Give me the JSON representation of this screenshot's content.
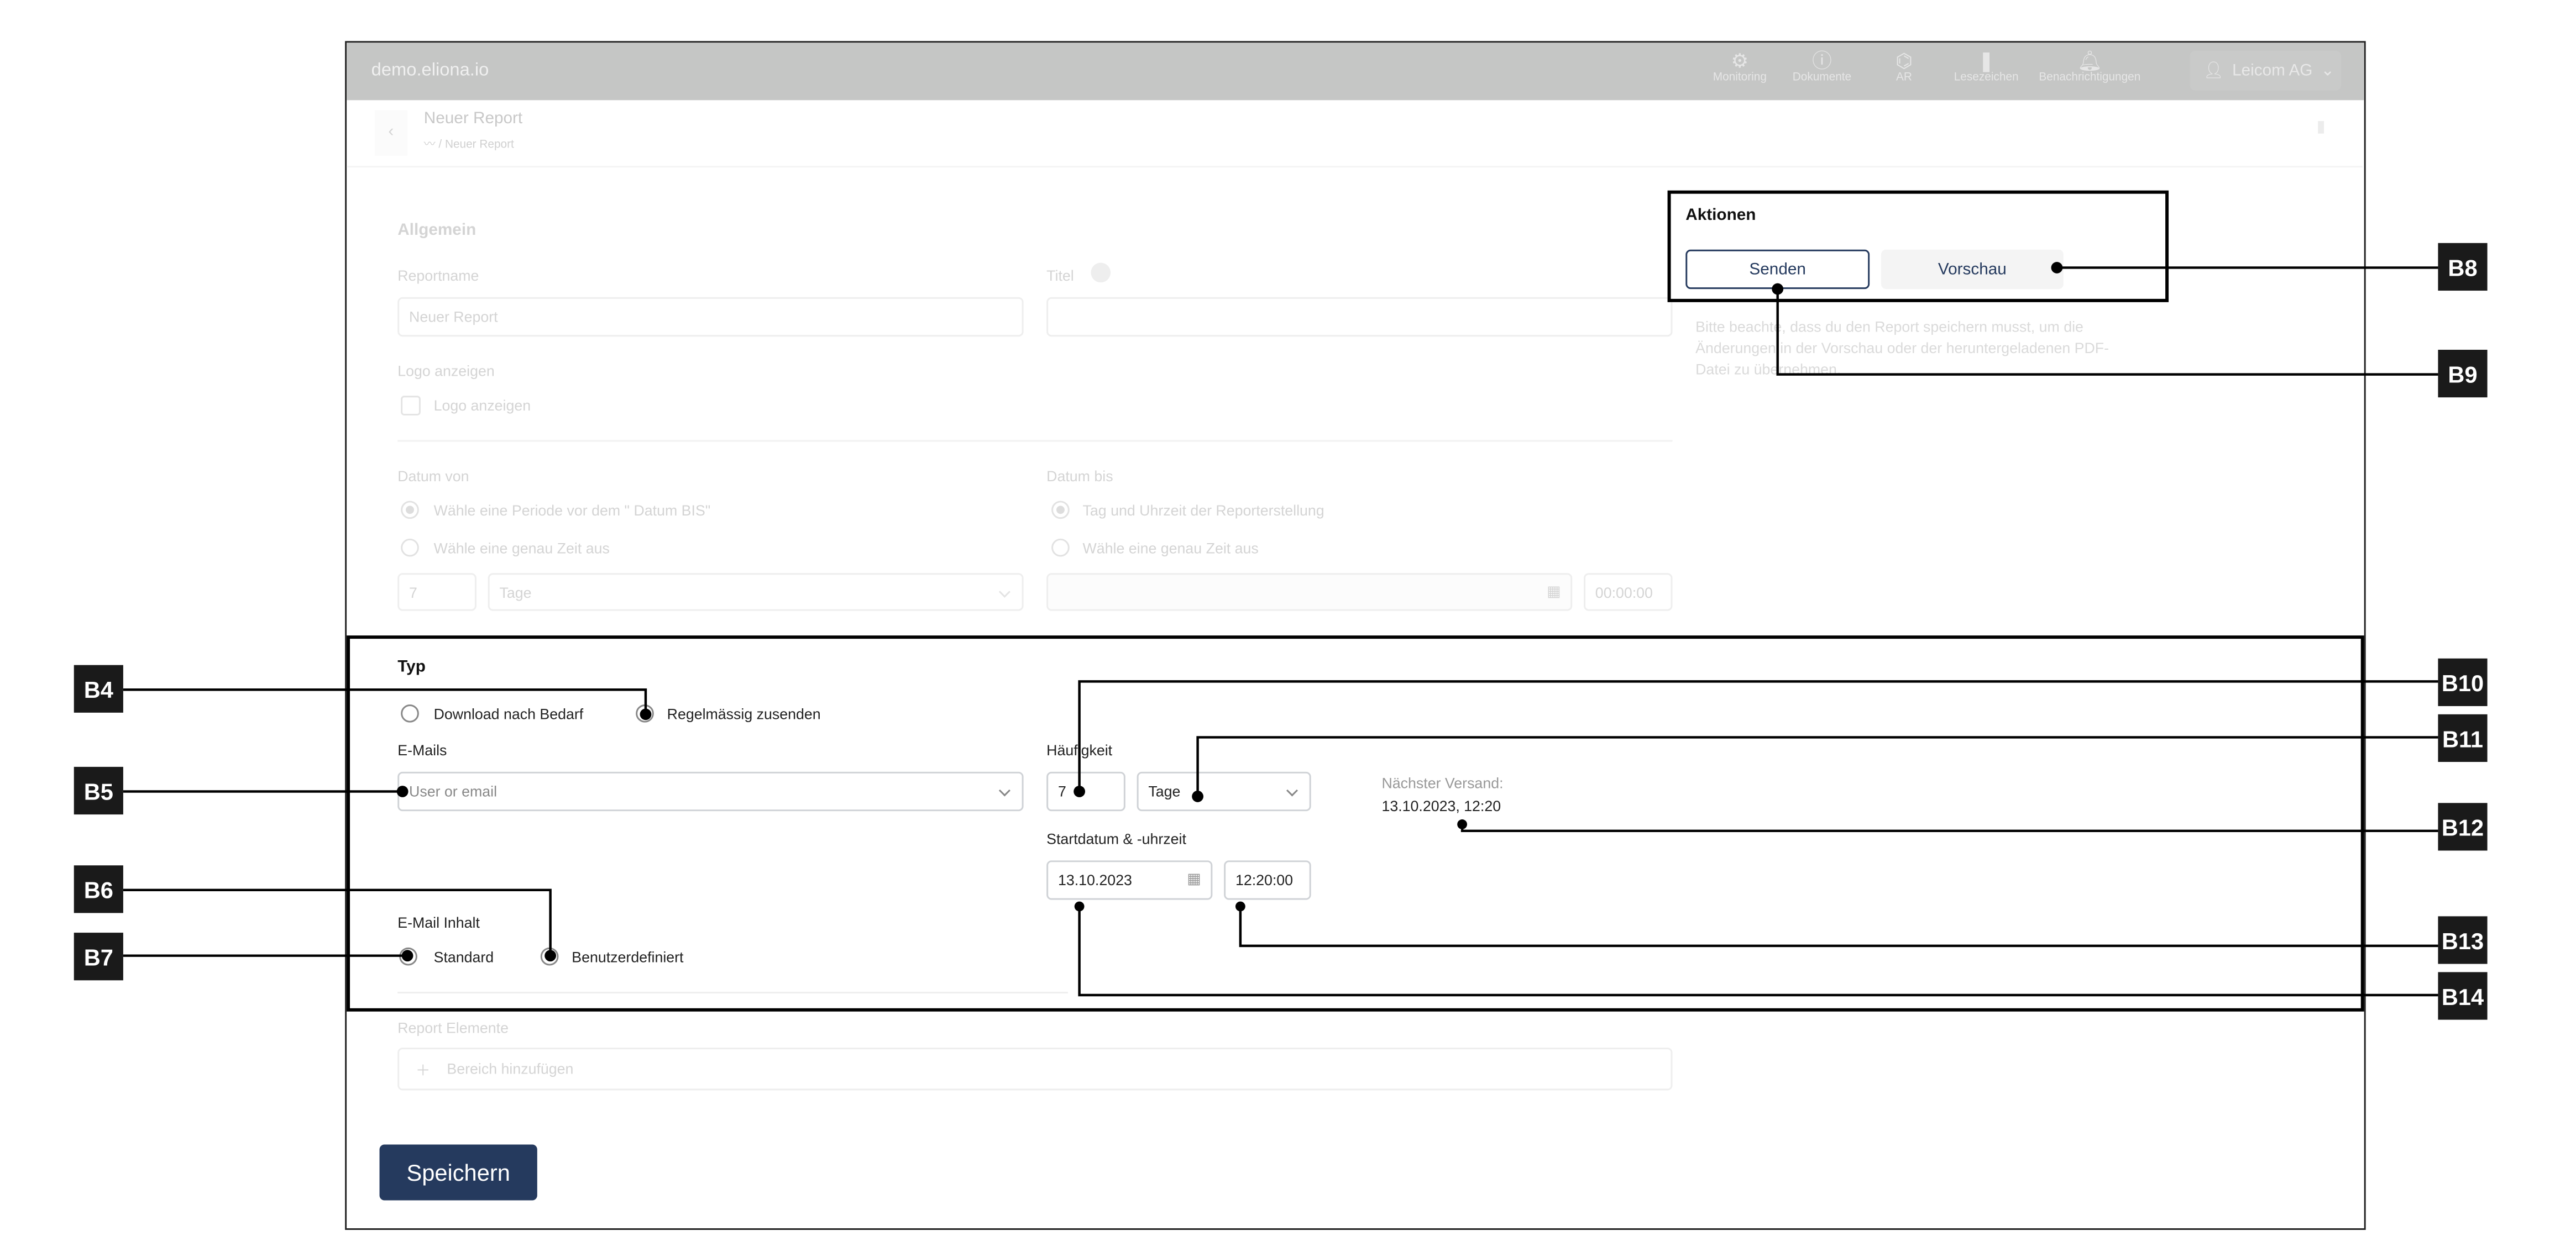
{
  "header": {
    "domain": "demo.eliona.io",
    "nav": [
      {
        "label": "Monitoring",
        "icon": "monitoring-icon"
      },
      {
        "label": "Dokumente",
        "icon": "info-icon"
      },
      {
        "label": "AR",
        "icon": "ar-icon"
      },
      {
        "label": "Lesezeichen",
        "icon": "bookmark-icon"
      },
      {
        "label": "Benachrichtigungen",
        "icon": "bell-icon"
      }
    ],
    "user": "Leicom AG"
  },
  "page": {
    "title": "Neuer Report",
    "breadcrumb": "/ Neuer Report"
  },
  "allgemein": {
    "heading": "Allgemein",
    "reportname_label": "Reportname",
    "reportname_value": "Neuer Report",
    "titel_label": "Titel",
    "logo_label": "Logo anzeigen",
    "logo_checkbox": "Logo anzeigen",
    "datum_von_label": "Datum von",
    "datum_von_opt1": "Wähle eine Periode vor dem \" Datum BIS\"",
    "datum_von_opt2": "Wähle eine genau Zeit aus",
    "period_value": "7",
    "period_unit": "Tage",
    "datum_bis_label": "Datum bis",
    "datum_bis_opt1": "Tag und Uhrzeit der Reporterstellung",
    "datum_bis_opt2": "Wähle eine genau Zeit aus",
    "time_value": "00:00:00"
  },
  "aktionen": {
    "heading": "Aktionen",
    "send": "Senden",
    "preview": "Vorschau",
    "note": "Bitte beachte, dass du den Report speichern musst, um die Änderungen in der Vorschau oder der heruntergeladenen PDF-Datei zu übernehmen."
  },
  "typ": {
    "heading": "Typ",
    "opt_download": "Download nach Bedarf",
    "opt_regular": "Regelmässig zusenden",
    "emails_label": "E-Mails",
    "emails_placeholder": "User or email",
    "freq_label": "Häufigkeit",
    "freq_value": "7",
    "freq_unit": "Tage",
    "next_label": "Nächster Versand:",
    "next_value": "13.10.2023, 12:20",
    "start_label": "Startdatum & -uhrzeit",
    "start_date": "13.10.2023",
    "start_time": "12:20:00",
    "content_label": "E-Mail Inhalt",
    "content_standard": "Standard",
    "content_custom": "Benutzerdefiniert"
  },
  "elements": {
    "label": "Report Elemente",
    "add": "Bereich hinzufügen"
  },
  "save": "Speichern",
  "callouts": [
    "B4",
    "B5",
    "B6",
    "B7",
    "B8",
    "B9",
    "B10",
    "B11",
    "B12",
    "B13",
    "B14"
  ]
}
